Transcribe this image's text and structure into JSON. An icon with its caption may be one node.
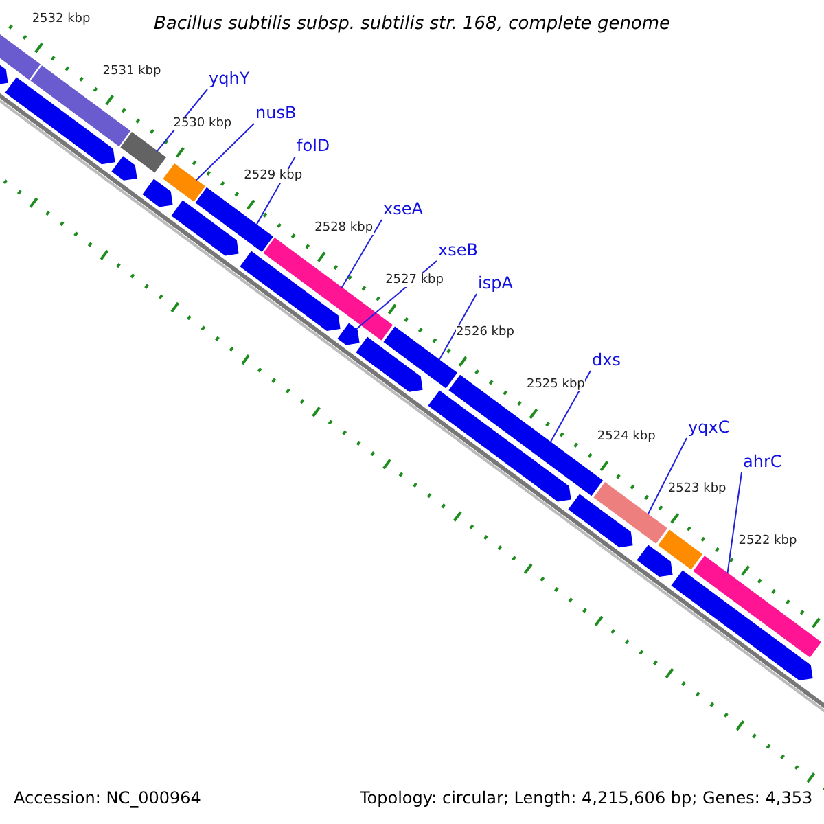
{
  "diagram": {
    "title": "Bacillus subtilis subsp. subtilis str. 168, complete genome",
    "nodes": [
      {
        "text": [
          "yqhY"
        ]
      },
      {
        "text": [
          "nusB"
        ]
      },
      {
        "text": [
          "folD"
        ]
      },
      {
        "text": [
          "xseA"
        ]
      },
      {
        "text": [
          "xseB"
        ]
      },
      {
        "text": [
          "ispA"
        ]
      },
      {
        "text": [
          "dxs"
        ]
      },
      {
        "text": [
          "yqxC"
        ]
      },
      {
        "text": [
          "ahrC"
        ]
      },
      {
        "text": [],
        "shape": "bar"
      },
      {
        "text": [],
        "shape": "bar"
      },
      {
        "text": [],
        "shape": "bar"
      },
      {
        "text": [],
        "shape": "bar"
      },
      {
        "text": [],
        "shape": "bar"
      },
      {
        "text": [],
        "shape": "bar"
      },
      {
        "text": [],
        "shape": "bar"
      },
      {
        "text": [],
        "shape": "bar"
      },
      {
        "text": [],
        "shape": "bar"
      },
      {
        "text": [],
        "shape": "bar"
      },
      {
        "text": [],
        "shape": "bar"
      },
      {
        "text": [],
        "shape": "bar"
      },
      {
        "text": [],
        "shape": "bar"
      },
      {
        "text": [],
        "shape": "bar"
      },
      {
        "text": [],
        "shape": "bar"
      },
      {
        "text": [],
        "shape": "bar"
      },
      {
        "text": [],
        "shape": "bar"
      },
      {
        "text": [],
        "shape": "bar"
      },
      {
        "text": [],
        "shape": "bar"
      },
      {
        "text": [],
        "shape": "bar"
      },
      {
        "text": [],
        "shape": "bar"
      },
      {
        "text": [],
        "shape": "bar"
      },
      {
        "text": [],
        "shape": "bar"
      }
    ],
    "edges": [
      {
        "from": 0,
        "to": 14,
        "arrow": "none"
      },
      {
        "from": 1,
        "to": 16,
        "arrow": "none"
      },
      {
        "from": 2,
        "to": 18,
        "arrow": "none"
      },
      {
        "from": 3,
        "to": 20,
        "arrow": "none"
      },
      {
        "from": 4,
        "to": 21,
        "arrow": "none"
      },
      {
        "from": 5,
        "to": 23,
        "arrow": "none"
      },
      {
        "from": 6,
        "to": 25,
        "arrow": "none"
      },
      {
        "from": 7,
        "to": 27,
        "arrow": "none"
      },
      {
        "from": 8,
        "to": 31,
        "arrow": "none"
      }
    ],
    "labels": [
      "2532 kbp",
      "2531 kbp",
      "2530 kbp",
      "2529 kbp",
      "2528 kbp",
      "2527 kbp",
      "2526 kbp",
      "2525 kbp",
      "2524 kbp",
      "2523 kbp",
      "2522 kbp",
      "Accession: NC_000964",
      "Topology: circular; Length: 4,215,606 bp; Genes: 4,353"
    ]
  }
}
